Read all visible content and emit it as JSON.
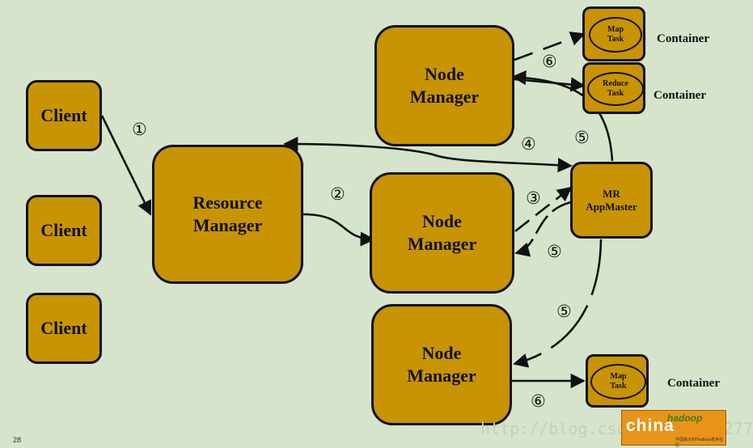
{
  "clients": [
    "Client",
    "Client",
    "Client"
  ],
  "resource_manager": "Resource\nManager",
  "node_managers": [
    "Node\nManager",
    "Node\nManager",
    "Node\nManager"
  ],
  "app_master": "MR\nAppMaster",
  "containers": {
    "top_map": {
      "task": "Map\nTask",
      "label": "Container"
    },
    "top_reduce": {
      "task": "Reduce\nTask",
      "label": "Container"
    },
    "bottom_map": {
      "task": "Map\nTask",
      "label": "Container"
    }
  },
  "steps": {
    "s1": "①",
    "s2": "②",
    "s3": "③",
    "s4": "④",
    "s5a": "⑤",
    "s5b": "⑤",
    "s5c": "⑤",
    "s6a": "⑥",
    "s6b": "⑥"
  },
  "page_number": "28",
  "watermark": "http://blog.csdn.net/  840277",
  "logo": {
    "main": "china",
    "sub": "hadoop",
    "tagline": "中国最大的Hadoop技术社区"
  }
}
